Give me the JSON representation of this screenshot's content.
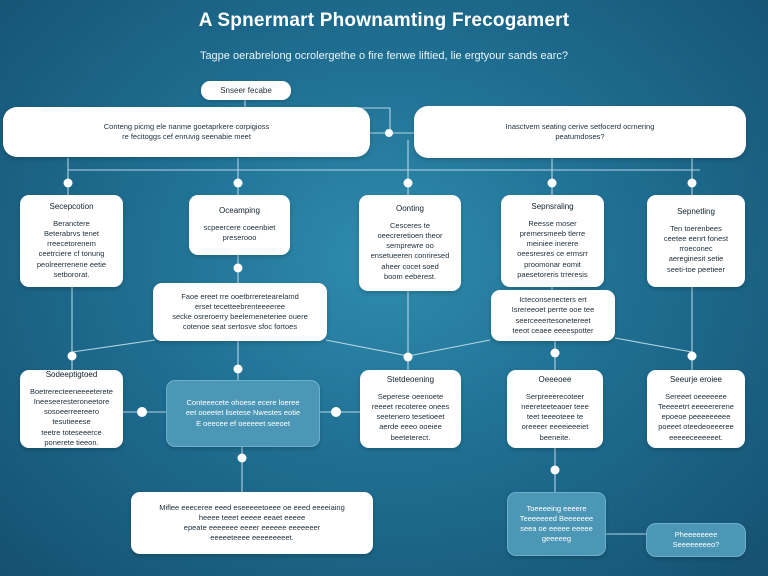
{
  "header": {
    "title": "A Spnermart Phownamting Frecogamert",
    "subtitle": "Tagpe oerabrelong ocrolergethe o fire fenwe liftied, lie ergtyour sands earc?"
  },
  "top_pill": "Snseer fecabe",
  "top_left_box": "Conteng picmg ele nanme goetaprkere corpigioss\nre fecitoggs cef enruvig seenabie meet",
  "top_right_box": "Inasctvem seating cerive setfocerd ocrnering\npeatumdoses?",
  "row1": [
    {
      "head": "Secepcotion",
      "body": "Beranctere\nBeterabrvs tenet\nrreecetorenem\nceetrciere cf tonung\npeolreerrenene eetie\nsetbororat."
    },
    {
      "head": "Oceamping",
      "body": "scpeercere coeenbiet\npreserooo"
    },
    {
      "head": "Oonting",
      "body": "Cesceres te\noeecreretioen theor\nsemprewre oo\nensetueeren conriresed\naheer cocet soed\nboom eeberest."
    },
    {
      "head": "Sepnsraling",
      "body": "Reesse moser\npremersmeeb tlerre\nmeiniee inerere\noeesresres ce ermsrr\nproomonar eomit\npaesetoreris trreresis"
    },
    {
      "head": "Sepnetling",
      "body": "Ten toerenbees\nceetee eenrt fonest\nrroeconec\naereginesit setie\nseeti-toe peetieer"
    }
  ],
  "mid_left_box": "Faoe ereet rre ooetbrreretearelamd\nerset tecetteebrenteeeeree\nsecke osreroerry beelerneneteriee ouere\ncotenoe seat sertosve sfoc fortoes",
  "mid_right_box": "Icteconsenecters ert\nIsrereeoet perrte ooe tee\nseerceeertesonetereet\nteeot ceaee eeeespotter",
  "row2": [
    {
      "head": "Sodeeptigtoed",
      "body": "Boetrerecteeneeeeterete\nIneeseeresteroneetore\nsosoeerreereero tesutieeese\nteetre toteseeerce\nponerete tieeon."
    },
    {
      "head": "",
      "body": "Conteeecete ohoese ecere loeree\neet ooeetet lisetese Nwestes eotie\nE oeecee ef oeeeeet seeoet"
    },
    {
      "head": "Stetdeoening",
      "body": "Seperese oeenoete\nreeeet recoteree onees\nseetenero tesetioeet\naerde eeeo ooeiee\nbeeteterect."
    },
    {
      "head": "Oeeeoee",
      "body": "Serpreeerecoteer\nneereteeteaoer teee\nteet teeeoteee te\noreeeer eeeeieeeiet\nbeeneite."
    },
    {
      "head": "Seeurje eroiee",
      "body": "Sereeet oeeeeeee\nTeeeeetrt eeeeererene\nepoeoe peeeeeeeee\npoeeet oteedeoeeeree\neeeeeceeeeeet."
    }
  ],
  "bottom_left_box": "Miflee eeeceree eeed eseeeeetoeee oe eeed eeeeiaing\nheeee teeet eeeee eeaet eeeee\nepeate eeeeeee eeeer eeeeee eeeeeeer\neeeeeteeee eeeeeeeeet.",
  "bottom_teal_box": "Toeeeeing eeeere\nTeeeeeeed Beeeeeee\nseea oe eeeee eeeee\ngeeeeeg",
  "bottom_right_pill": "Pheeeeeeee\nSeeeeeeeeo?"
}
